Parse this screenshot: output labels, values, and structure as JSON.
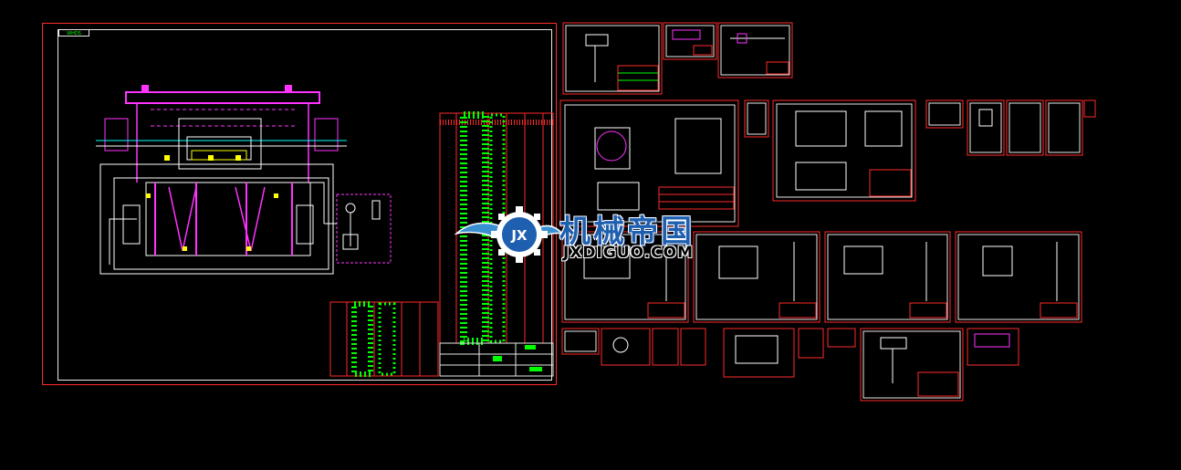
{
  "viewer": {
    "background": "#000000"
  },
  "colors": {
    "frame": "#ff2a2a",
    "border": "#e8e8e8",
    "geometry": "#ff33ff",
    "leader": "#ffff00",
    "text": "#00ff00",
    "white": "#ffffff"
  },
  "main_sheet": {
    "tag_label": "WHDS"
  },
  "watermark": {
    "chinese_text": "机械帝国",
    "english_text": "JXDIGUO.COM",
    "emblem_letters": "JX"
  },
  "icons": [
    "gear-emblem-icon",
    "wing-left-icon",
    "wing-right-icon"
  ]
}
